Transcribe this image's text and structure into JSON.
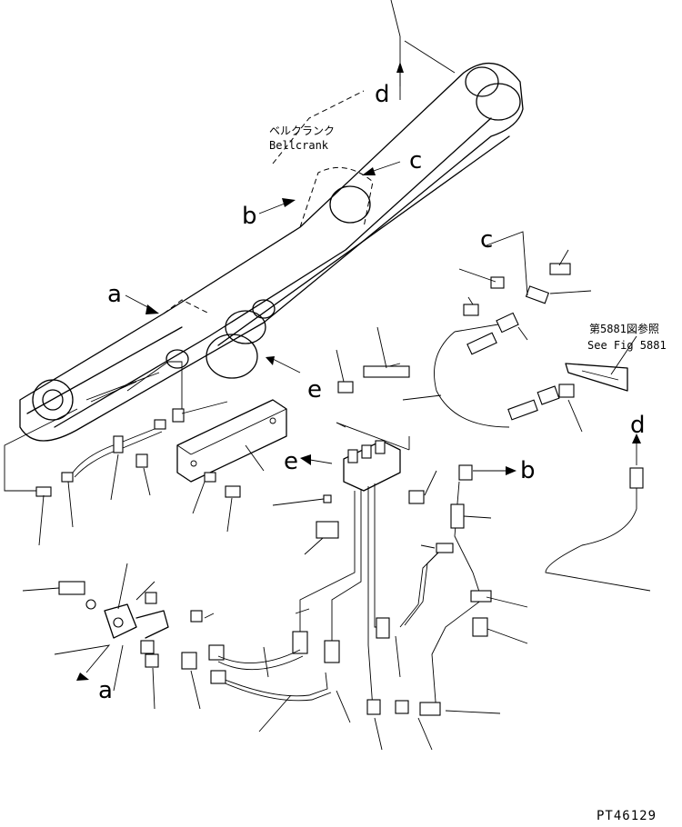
{
  "labels": {
    "bellcrank_jp": "ベルクランク",
    "bellcrank_en": "Bellcrank",
    "see_fig_jp": "第5881図参照",
    "see_fig_en": "See Fig 5881",
    "drawing_code": "PT46129"
  },
  "callouts": {
    "a_arm": "a",
    "a_bottom": "a",
    "b_arm": "b",
    "b_right": "b",
    "c_arm": "c",
    "c_right": "c",
    "d_top": "d",
    "d_right": "d",
    "e_arm": "e",
    "e_block": "e"
  }
}
